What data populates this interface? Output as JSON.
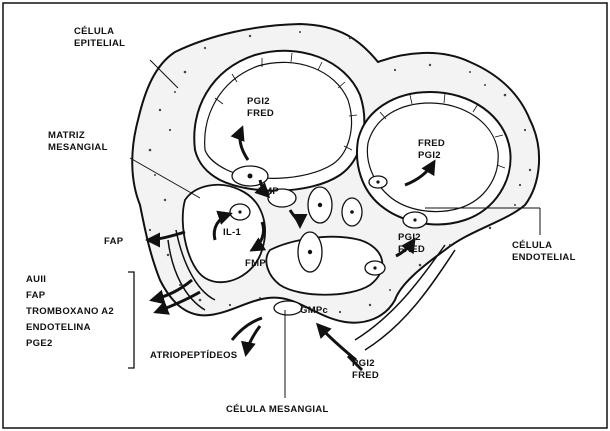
{
  "labels": {
    "celula_epitelial": [
      "CÉLULA",
      "EPITELIAL"
    ],
    "matriz_mesangial": [
      "MATRIZ",
      "MESANGIAL"
    ],
    "celula_endotelial": [
      "CÉLULA",
      "ENDOTELIAL"
    ],
    "celula_mesangial": "CÉLULA MESANGIAL",
    "pgi2_fred_top": [
      "PGI2",
      "FRED"
    ],
    "fred_pgi2_right": [
      "FRED",
      "PGI2"
    ],
    "fmp_top": "FMP",
    "fmp_bottom": "FMP",
    "il1": "IL-1",
    "fap": "FAP",
    "pgi2_fred_mid": [
      "PGI2",
      "FRED"
    ],
    "mediators": [
      "AUII",
      "FAP",
      "TROMBOXANO A2",
      "ENDOTELINA",
      "PGE2"
    ],
    "gmpc": "GMPc",
    "atriopeptideos": "ATRIOPEPTÍDEOS",
    "pgi2_fred_bottom": [
      "PGI2",
      "FRED"
    ]
  },
  "colors": {
    "ink": "#111111",
    "background": "#ffffff"
  }
}
